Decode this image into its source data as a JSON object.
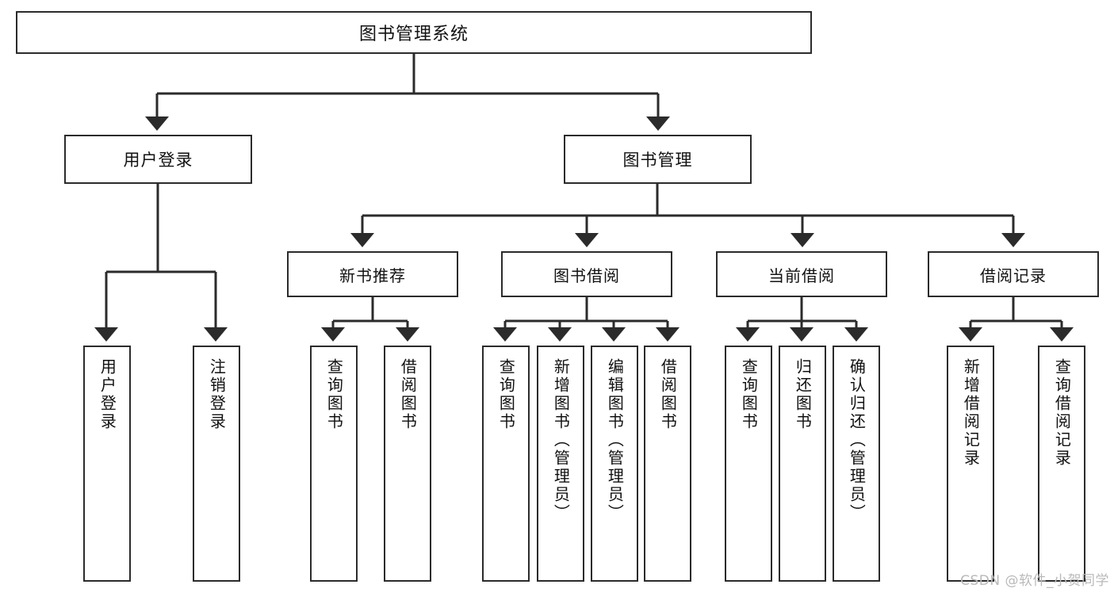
{
  "diagram": {
    "title": "图书管理系统",
    "type": "tree-hierarchy-chart",
    "watermark": "CSDN @软件_小贺同学",
    "colors": {
      "border": "#2b2b2b",
      "text": "#111111",
      "background": "#ffffff",
      "connector": "#2b2b2b",
      "watermark": "#b9b9b9"
    },
    "root": {
      "label": "图书管理系统"
    },
    "level2": [
      {
        "label": "用户登录"
      },
      {
        "label": "图书管理"
      }
    ],
    "level3": [
      {
        "label": "新书推荐"
      },
      {
        "label": "图书借阅"
      },
      {
        "label": "当前借阅"
      },
      {
        "label": "借阅记录"
      }
    ],
    "leaves": {
      "user_login": [
        {
          "label": "用户登录"
        },
        {
          "label": "注销登录"
        }
      ],
      "new_book_recommend": [
        {
          "label": "查询图书"
        },
        {
          "label": "借阅图书"
        }
      ],
      "book_borrow": [
        {
          "label": "查询图书"
        },
        {
          "label": "新增图书（管理员）"
        },
        {
          "label": "编辑图书（管理员）"
        },
        {
          "label": "借阅图书"
        }
      ],
      "current_borrow": [
        {
          "label": "查询图书"
        },
        {
          "label": "归还图书"
        },
        {
          "label": "确认归还（管理员）"
        }
      ],
      "borrow_record": [
        {
          "label": "新增借阅记录"
        },
        {
          "label": "查询借阅记录"
        }
      ]
    }
  }
}
